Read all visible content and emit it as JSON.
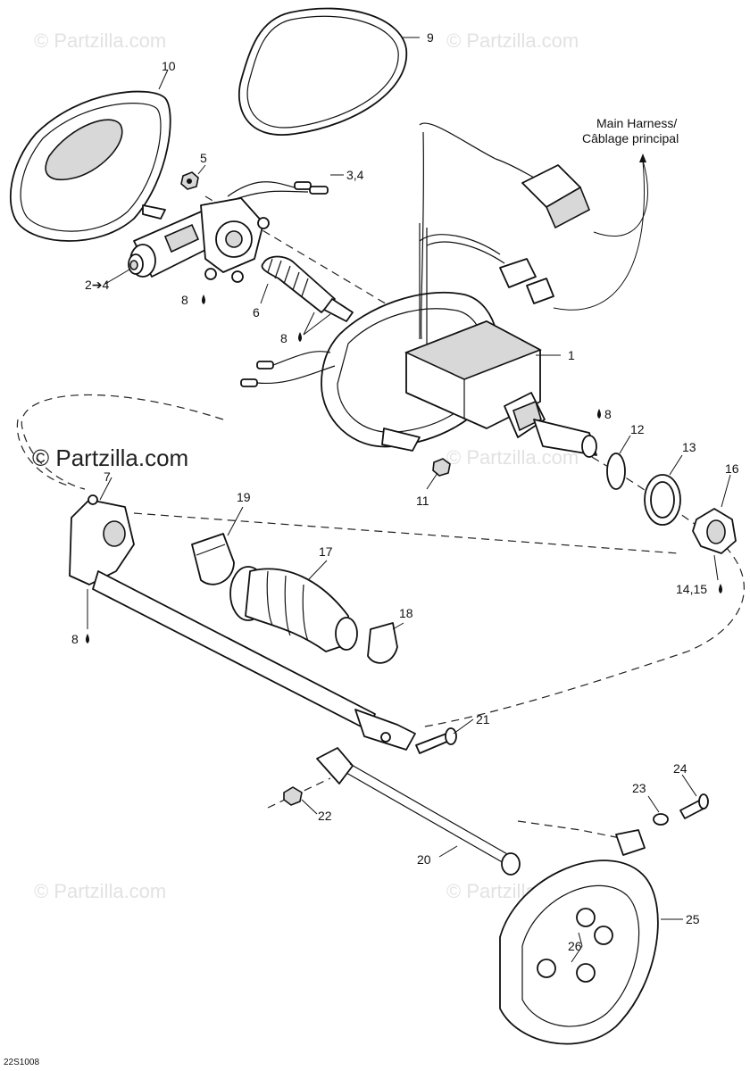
{
  "watermarks": {
    "site_text": "© Partzilla.com",
    "main_text": "© Partzilla.com"
  },
  "harness": {
    "label_line1": "Main Harness/",
    "label_line2": "Câblage principal"
  },
  "drawing_code": "22S1008",
  "callouts": {
    "c1": "1",
    "c2_4": "2➔4",
    "c3_4": "3,4",
    "c5": "5",
    "c6": "6",
    "c7": "7",
    "c8_motor": "8",
    "c8_screw": "8",
    "c8_shaft": "8",
    "c8_rod": "8",
    "c9": "9",
    "c10": "10",
    "c11": "11",
    "c12": "12",
    "c13": "13",
    "c14_15": "14,15",
    "c16": "16",
    "c17": "17",
    "c18": "18",
    "c19": "19",
    "c20": "20",
    "c21": "21",
    "c22": "22",
    "c23": "23",
    "c24": "24",
    "c25": "25",
    "c26": "26"
  }
}
